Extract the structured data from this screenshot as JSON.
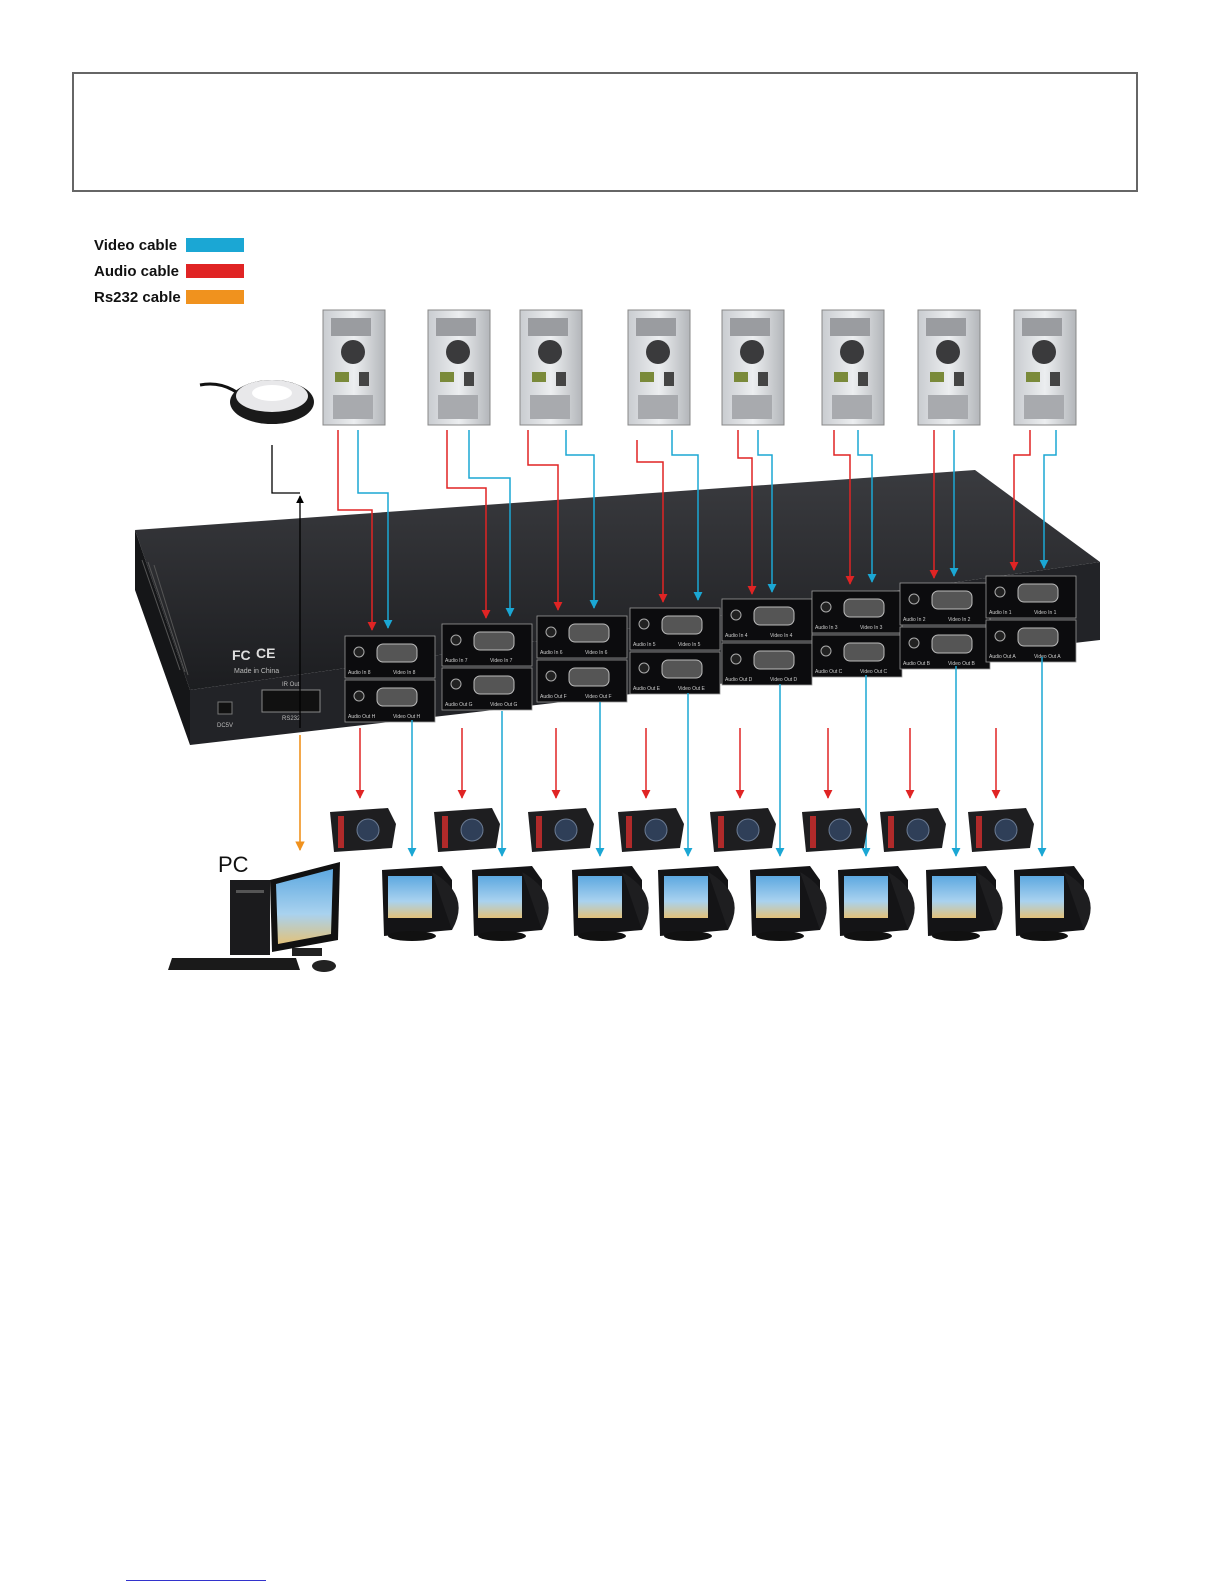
{
  "legend": {
    "video": {
      "label": "Video cable",
      "color": "#1ba7d4"
    },
    "audio": {
      "label": "Audio cable",
      "color": "#e02424"
    },
    "rs232": {
      "label": "Rs232 cable",
      "color": "#f0921e"
    }
  },
  "device": {
    "marks": [
      "FC",
      "CE"
    ],
    "made_in": "Made in China",
    "power_label": "DC5V",
    "ir_label": "IR Out",
    "rs232_label": "RS232",
    "input_ports": [
      {
        "audio": "Audio In 8",
        "video": "Video In 8"
      },
      {
        "audio": "Audio In 7",
        "video": "Video In 7"
      },
      {
        "audio": "Audio In 6",
        "video": "Video In 6"
      },
      {
        "audio": "Audio In 5",
        "video": "Video In 5"
      },
      {
        "audio": "Audio In 4",
        "video": "Video In 4"
      },
      {
        "audio": "Audio In 3",
        "video": "Video In 3"
      },
      {
        "audio": "Audio In 2",
        "video": "Video In 2"
      },
      {
        "audio": "Audio In 1",
        "video": "Video In 1"
      }
    ],
    "output_ports": [
      {
        "audio": "Audio Out H",
        "video": "Video Out H"
      },
      {
        "audio": "Audio Out G",
        "video": "Video Out G"
      },
      {
        "audio": "Audio Out F",
        "video": "Video Out F"
      },
      {
        "audio": "Audio Out E",
        "video": "Video Out E"
      },
      {
        "audio": "Audio Out D",
        "video": "Video Out D"
      },
      {
        "audio": "Audio Out C",
        "video": "Video Out C"
      },
      {
        "audio": "Audio Out B",
        "video": "Video Out B"
      },
      {
        "audio": "Audio Out A",
        "video": "Video Out A"
      }
    ]
  },
  "pc_label": "PC",
  "source_count": 8,
  "output_count": 8
}
